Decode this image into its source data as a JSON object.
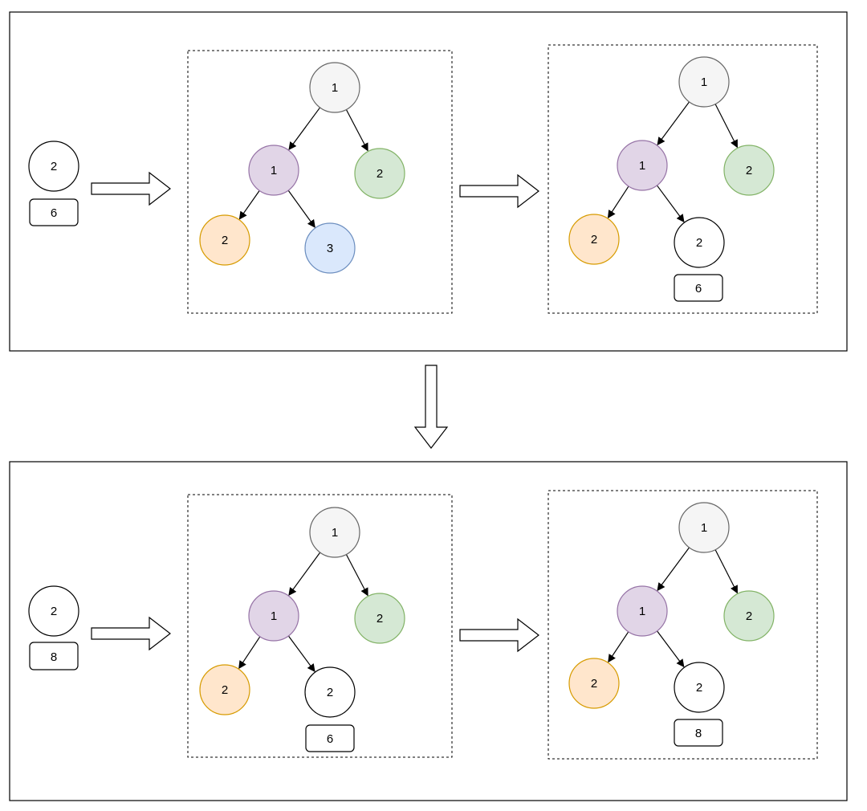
{
  "colors": {
    "gray": {
      "fill": "#f5f5f5",
      "stroke": "#666666"
    },
    "purple": {
      "fill": "#e1d5e7",
      "stroke": "#9673a6"
    },
    "green": {
      "fill": "#d5e8d4",
      "stroke": "#82b366"
    },
    "orange": {
      "fill": "#ffe6cc",
      "stroke": "#d79b00"
    },
    "blue": {
      "fill": "#dae8fc",
      "stroke": "#6c8ebf"
    },
    "white": {
      "fill": "#ffffff",
      "stroke": "#000000"
    }
  },
  "top_panel": {
    "input": {
      "node": "2",
      "value": "6"
    },
    "tree_before": {
      "root": {
        "label": "1",
        "color": "gray"
      },
      "left": {
        "label": "1",
        "color": "purple"
      },
      "right": {
        "label": "2",
        "color": "green"
      },
      "left_left": {
        "label": "2",
        "color": "orange"
      },
      "left_right": {
        "label": "3",
        "color": "blue",
        "value": ""
      }
    },
    "tree_after": {
      "root": {
        "label": "1",
        "color": "gray"
      },
      "left": {
        "label": "1",
        "color": "purple"
      },
      "right": {
        "label": "2",
        "color": "green"
      },
      "left_left": {
        "label": "2",
        "color": "orange"
      },
      "left_right": {
        "label": "2",
        "color": "white",
        "value": "6"
      }
    }
  },
  "bottom_panel": {
    "input": {
      "node": "2",
      "value": "8"
    },
    "tree_before": {
      "root": {
        "label": "1",
        "color": "gray"
      },
      "left": {
        "label": "1",
        "color": "purple"
      },
      "right": {
        "label": "2",
        "color": "green"
      },
      "left_left": {
        "label": "2",
        "color": "orange"
      },
      "left_right": {
        "label": "2",
        "color": "white",
        "value": "6"
      }
    },
    "tree_after": {
      "root": {
        "label": "1",
        "color": "gray"
      },
      "left": {
        "label": "1",
        "color": "purple"
      },
      "right": {
        "label": "2",
        "color": "green"
      },
      "left_left": {
        "label": "2",
        "color": "orange"
      },
      "left_right": {
        "label": "2",
        "color": "white",
        "value": "8"
      }
    }
  }
}
